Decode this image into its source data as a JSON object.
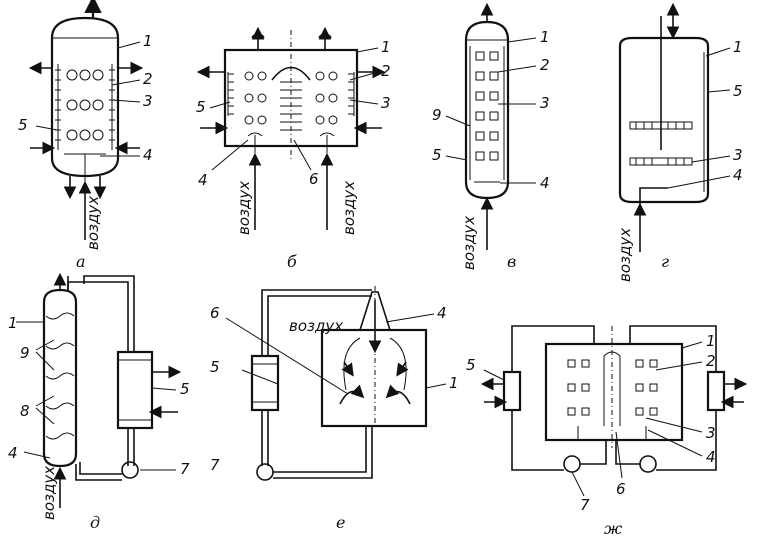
{
  "figure": {
    "air_label": "воздух",
    "panels": [
      {
        "id": "a",
        "caption": "а",
        "labels": [
          "1",
          "2",
          "3",
          "4",
          "5"
        ]
      },
      {
        "id": "b",
        "caption": "б",
        "labels": [
          "1",
          "2",
          "3",
          "4",
          "5",
          "6"
        ]
      },
      {
        "id": "v",
        "caption": "в",
        "labels": [
          "1",
          "2",
          "3",
          "4",
          "5",
          "9"
        ]
      },
      {
        "id": "g",
        "caption": "г",
        "labels": [
          "1",
          "3",
          "4",
          "5"
        ]
      },
      {
        "id": "d",
        "caption": "д",
        "labels": [
          "1",
          "4",
          "5",
          "7",
          "8",
          "9"
        ]
      },
      {
        "id": "e",
        "caption": "е",
        "labels": [
          "1",
          "4",
          "5",
          "6",
          "7"
        ]
      },
      {
        "id": "zh",
        "caption": "ж",
        "labels": [
          "1",
          "2",
          "3",
          "4",
          "5",
          "6",
          "7"
        ]
      }
    ]
  }
}
